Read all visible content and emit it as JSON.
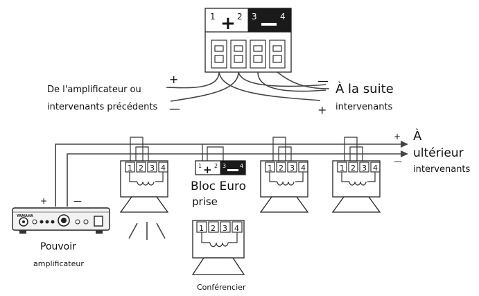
{
  "top_block": {
    "plus_pins": "1 2",
    "pin1": "1",
    "pin2": "2",
    "pin3": "3",
    "pin4": "4",
    "plus_symbol": "+",
    "minus_symbol": "—"
  },
  "top_wiring": {
    "from_line1": "De l'amplificateur ou",
    "from_line2": "intervenants précédents",
    "to_line1": "À la suite",
    "to_line2": "intervenants",
    "plus": "+",
    "minus": "—"
  },
  "bottom_wiring": {
    "further_line1": "À",
    "further_line2": "ultérieur",
    "further_line3": "intervenants",
    "plus": "+",
    "minus": "—",
    "amp_plus": "+",
    "amp_minus": "—"
  },
  "amplifier": {
    "label_line1": "Pouvoir",
    "label_line2": "amplificateur",
    "brand": "YAMAHA"
  },
  "euro_block": {
    "label_line1": "Bloc Euro",
    "label_line2": "prise"
  },
  "speaker": {
    "label": "Conférencier",
    "terminals": [
      "1",
      "2",
      "3",
      "4"
    ]
  },
  "colors": {
    "line": "#444444",
    "dark": "#1a1a1a",
    "background": "#ffffff"
  }
}
